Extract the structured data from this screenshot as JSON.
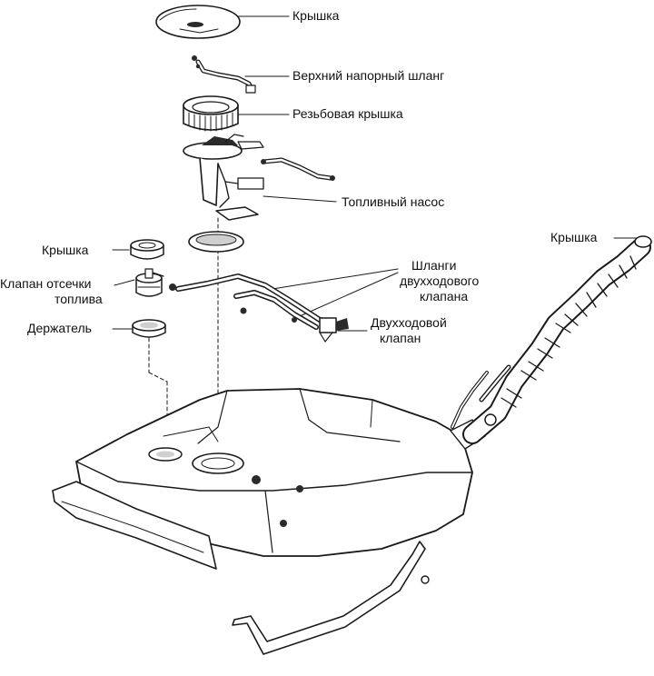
{
  "labels": {
    "cap_top": "Крышка",
    "upper_pressure_hose": "Верхний напорный шланг",
    "threaded_cap": "Резьбовая крышка",
    "fuel_pump": "Топливный насос",
    "cap_left": "Крышка",
    "cutoff_valve_line1": "Клапан отсечки",
    "cutoff_valve_line2": "топлива",
    "holder": "Держатель",
    "twoway_hoses_line1": "Шланги",
    "twoway_hoses_line2": "двухходового",
    "twoway_hoses_line3": "клапана",
    "twoway_valve_line1": "Двухходовой",
    "twoway_valve_line2": "клапан",
    "cap_right": "Крышка"
  }
}
